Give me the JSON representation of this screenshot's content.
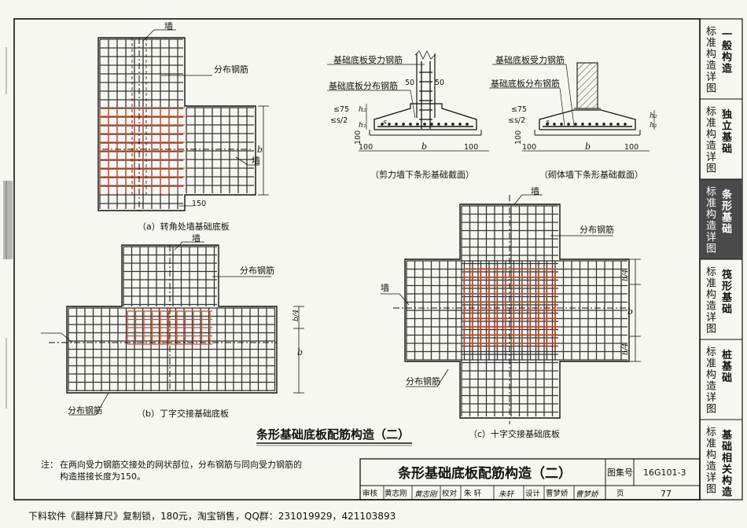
{
  "sidebar": {
    "tabs": [
      {
        "prefix": "标准构造详图",
        "label": "一般构造",
        "active": false
      },
      {
        "prefix": "标准构造详图",
        "label": "独立基础",
        "active": false
      },
      {
        "prefix": "标准构造详图",
        "label": "条形基础",
        "active": true
      },
      {
        "prefix": "标准构造详图",
        "label": "筏形基础",
        "active": false
      },
      {
        "prefix": "标准构造详图",
        "label": "桩基础",
        "active": false
      },
      {
        "prefix": "标准构造详图",
        "label": "基础相关构造",
        "active": false
      }
    ]
  },
  "figure_a": {
    "wall": "墙",
    "dist_rebar": "分布钢筋",
    "wall2": "墙",
    "dim_b": "b",
    "dim_150": "150",
    "caption": "（a）转角处墙基础底板"
  },
  "figure_b": {
    "wall": "墙",
    "dist_rebar": "分布钢筋",
    "dist_rebar2": "分布钢筋",
    "dim_b4": "b/4",
    "dim_b": "b",
    "caption": "（b）丁字交接基础底板"
  },
  "figure_c": {
    "wall": "墙",
    "wall2": "墙",
    "dist_rebar": "分布钢筋",
    "dist_rebar2": "分布钢筋",
    "dim_b4_top": "b/4",
    "dim_b": "b",
    "dim_b4_bot": "b/4",
    "caption": "（c）十字交接基础底板"
  },
  "section_1": {
    "label_main": "基础底板受力钢筋",
    "label_dist": "基础底板分布钢筋",
    "dim_50a": "50",
    "dim_50b": "50",
    "le75": "≤75",
    "les2": "≤s/2",
    "s": "s",
    "h1": "h₁",
    "h2": "h₂",
    "dim_100a": "100",
    "dim_100b": "100",
    "dim_100c": "100",
    "dim_b": "b",
    "caption": "（剪力墙下条形基础截面）"
  },
  "section_2": {
    "label_main": "基础底板受力钢筋",
    "label_dist": "基础底板分布钢筋",
    "le75": "≤75",
    "les2": "≤s/2",
    "s": "s",
    "h1": "h₁",
    "h2": "h₂",
    "dim_100a": "100",
    "dim_100b": "100",
    "dim_100c": "100",
    "dim_b": "b",
    "caption": "（砌体墙下条形基础截面）"
  },
  "main_title": "条形基础底板配筋构造（二）",
  "note": {
    "label": "注：",
    "line1": "在两向受力钢筋交接处的网状部位，分布钢筋与同向受力钢筋的",
    "line2": "构造搭接长度为150。"
  },
  "title_block": {
    "title": "条形基础底板配筋构造（二）",
    "atlas_label": "图集号",
    "atlas_no": "16G101-3",
    "review_label": "审核",
    "reviewer": "黄志刚",
    "reviewer_sig": "黄志刚",
    "check_label": "校对",
    "checker": "朱 轩",
    "checker_sig": "朱轩",
    "design_label": "设计",
    "designer": "曹梦娇",
    "designer_sig": "曹梦娇",
    "page_label": "页",
    "page_no": "77"
  },
  "footer": "下料软件《翻样算尺》复制锁，180元，淘宝销售，QQ群：231019929，421103893",
  "colors": {
    "rebar": "#333333",
    "overlap": "#d05030",
    "active_tab": "#4a4a4a",
    "paper": "#f7f7f2"
  }
}
